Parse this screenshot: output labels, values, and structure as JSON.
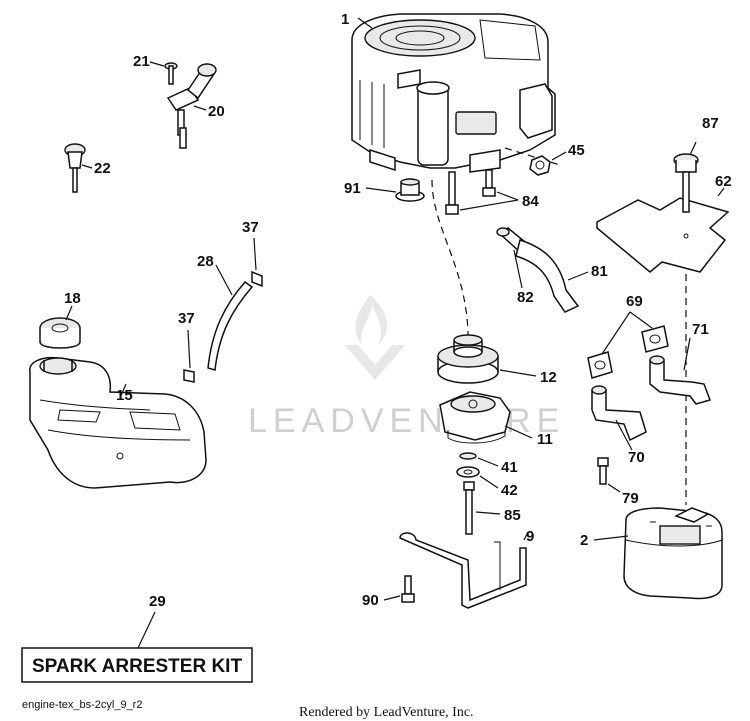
{
  "watermark": "LEADVENTURE",
  "kit_label": "SPARK ARRESTER KIT",
  "diagram_code": "engine-tex_bs-2cyl_9_r2",
  "credit": "Rendered by LeadVenture, Inc.",
  "callouts": {
    "c1": "1",
    "c2": "2",
    "c9": "9",
    "c11": "11",
    "c12": "12",
    "c15": "15",
    "c18": "18",
    "c20": "20",
    "c21": "21",
    "c22": "22",
    "c28": "28",
    "c29": "29",
    "c37a": "37",
    "c37b": "37",
    "c41": "41",
    "c42": "42",
    "c45": "45",
    "c62": "62",
    "c69": "69",
    "c70": "70",
    "c71": "71",
    "c79": "79",
    "c81": "81",
    "c82": "82",
    "c84": "84",
    "c85": "85",
    "c87": "87",
    "c90": "90",
    "c91": "91"
  }
}
